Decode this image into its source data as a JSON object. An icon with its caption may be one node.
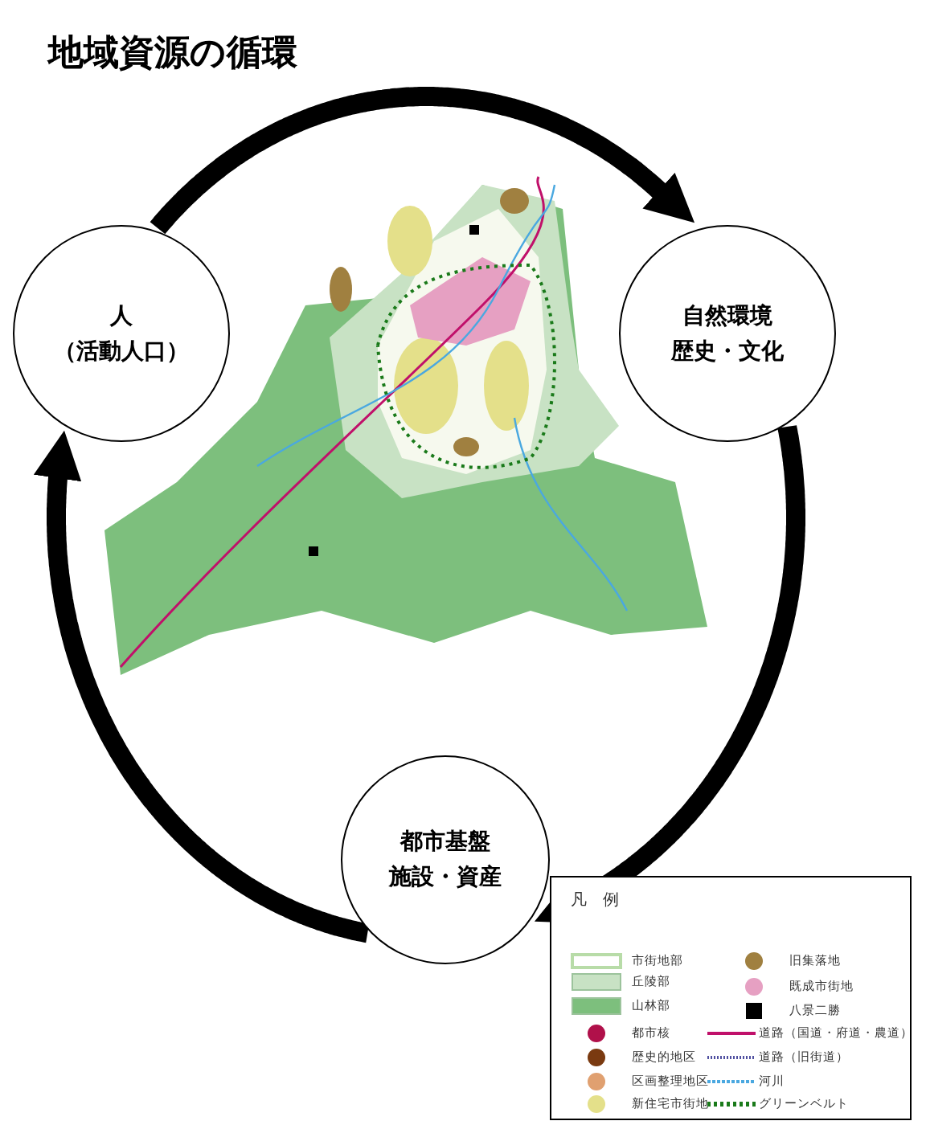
{
  "diagram": {
    "title": "地域資源の循環",
    "nodes": [
      {
        "text": [
          "人",
          "（活動人口）"
        ]
      },
      {
        "text": [
          "自然環境",
          "歴史・文化"
        ]
      },
      {
        "text": [
          "都市基盤",
          "施設・資産"
        ]
      }
    ],
    "edges": [
      {
        "from": 0,
        "to": 1,
        "arrow": "to"
      },
      {
        "from": 1,
        "to": 2,
        "arrow": "to"
      },
      {
        "from": 2,
        "to": 0,
        "arrow": "to"
      }
    ],
    "labels": [
      "凡　例"
    ],
    "legend": [
      {
        "text": "市街地部"
      },
      {
        "text": "丘陵部",
        "color": "#c8e2c4"
      },
      {
        "text": "山林部",
        "color": "#7dbf7d"
      },
      {
        "text": "都市核",
        "color": "#b0104a"
      },
      {
        "text": "歴史的地区",
        "color": "#7a3a10"
      },
      {
        "text": "区画整理地区",
        "color": "#e0a070"
      },
      {
        "text": "新住宅市街地",
        "color": "#e4e08a"
      },
      {
        "text": "旧集落地",
        "color": "#a08040"
      },
      {
        "text": "既成市街地",
        "color": "#e6a0c2"
      },
      {
        "text": "八景二勝",
        "color": "#000000"
      },
      {
        "text": "道路（国道・府道・農道）"
      },
      {
        "text": "道路（旧街道）"
      },
      {
        "text": "河川"
      },
      {
        "text": "グリーンベルト"
      }
    ]
  }
}
